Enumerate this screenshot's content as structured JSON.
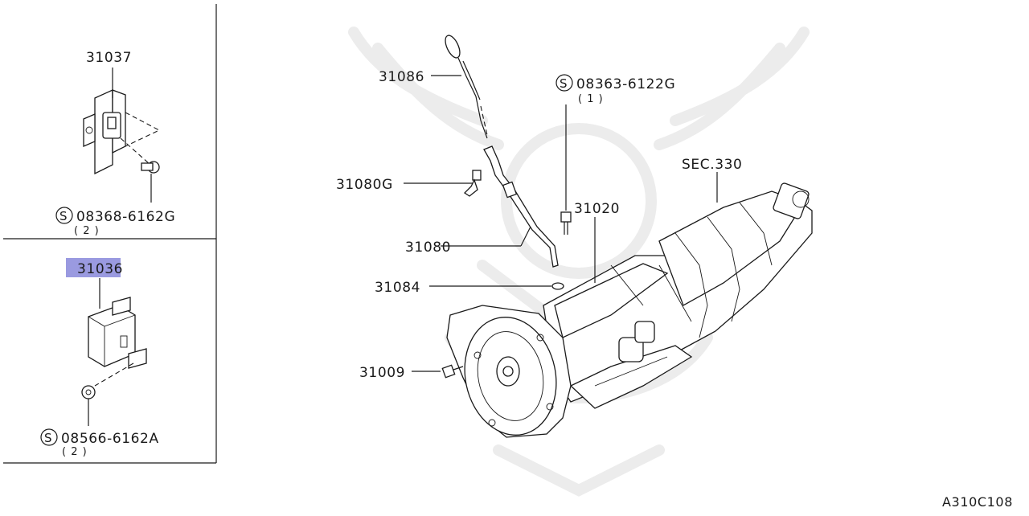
{
  "diagram": {
    "code": "A310C108",
    "highlight_color": "#9a9ae0",
    "callouts": {
      "p31037": "31037",
      "p31036": "31036",
      "p31086": "31086",
      "p31080g": "31080G",
      "p31080": "31080",
      "p31084": "31084",
      "p31009": "31009",
      "p31020": "31020",
      "sec330": "SEC.330"
    },
    "fasteners": [
      {
        "symbol": "S",
        "part": "08368-6162G",
        "qty": "( 2 )"
      },
      {
        "symbol": "S",
        "part": "08566-6162A",
        "qty": "( 2 )"
      },
      {
        "symbol": "S",
        "part": "08363-6122G",
        "qty": "( 1 )"
      }
    ]
  }
}
